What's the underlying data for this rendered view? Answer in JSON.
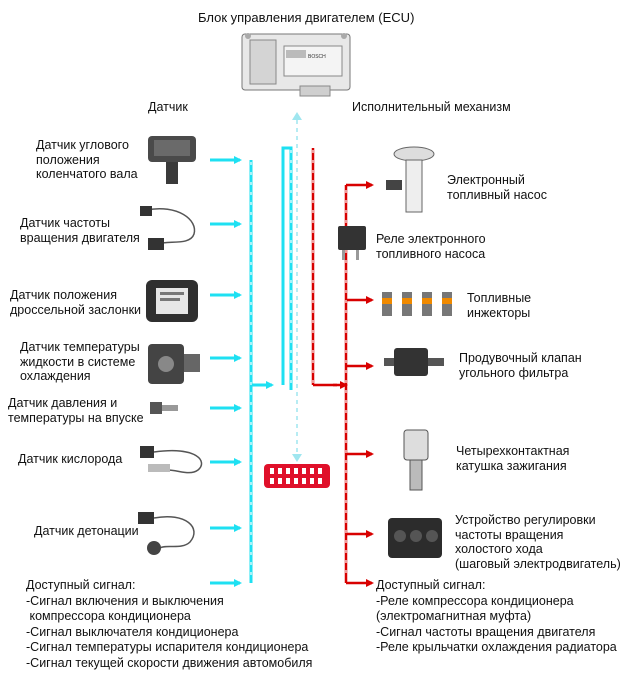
{
  "title": "Блок управления двигателем (ECU)",
  "ecu_label": "BOSCH",
  "sensors_header": "Датчик",
  "actuators_header": "Исполнительный механизм",
  "sensors": [
    {
      "lines": [
        "Датчик углового",
        "положения",
        "коленчатого вала"
      ]
    },
    {
      "lines": [
        "Датчик частоты",
        "вращения двигателя"
      ]
    },
    {
      "lines": [
        "Датчик положения",
        "дроссельной заслонки"
      ]
    },
    {
      "lines": [
        "Датчик температуры",
        "жидкости в системе",
        "охлаждения"
      ]
    },
    {
      "lines": [
        "Датчик давления и",
        "температуры на впуске"
      ]
    },
    {
      "lines": [
        "Датчик кислорода"
      ]
    },
    {
      "lines": [
        "Датчик детонации"
      ]
    }
  ],
  "sensor_signals": {
    "title": "Доступный сигнал:",
    "items": [
      "-Сигнал включения и выключения",
      " компрессора кондиционера",
      "-Сигнал выключателя кондиционера",
      "-Сигнал температуры испарителя кондиционера",
      "-Сигнал текущей скорости движения автомобиля"
    ]
  },
  "actuators": [
    {
      "lines": [
        "Электронный",
        "топливный насос"
      ]
    },
    {
      "lines": [
        "Реле электронного",
        "топливного насоса"
      ]
    },
    {
      "lines": [
        "Топливные",
        "инжекторы"
      ]
    },
    {
      "lines": [
        "Продувочный клапан",
        "угольного фильтра"
      ]
    },
    {
      "lines": [
        "Четырехконтактная",
        "катушка зажигания"
      ]
    },
    {
      "lines": [
        "Устройство регулировки",
        "частоты вращения",
        "холостого хода",
        "(шаговый электродвигатель)"
      ]
    }
  ],
  "actuator_signals": {
    "title": "Доступный сигнал:",
    "items": [
      "-Реле компрессора кондиционера",
      "(электромагнитная муфта)",
      "-Сигнал частоты вращения двигателя",
      "-Реле крыльчатки охлаждения радиатора"
    ]
  },
  "colors": {
    "input_wire": "#1ee0f2",
    "output_wire": "#d80000",
    "connector": "#e0102a"
  }
}
